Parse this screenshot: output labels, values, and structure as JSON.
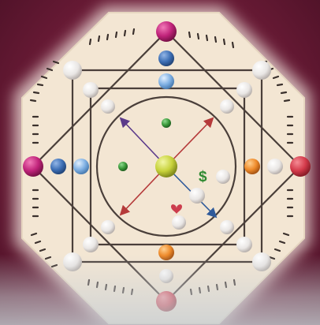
{
  "game": {
    "board_shape": "octagon",
    "colors": {
      "board_fill": "#f3e6d3",
      "board_glow": "#f7efe6",
      "line": "#4a3f3a",
      "tick": "#3a302c",
      "magenta": "#c0237a",
      "red": "#d33a4a",
      "blue_dark": "#3d6fb5",
      "blue_light": "#7fb0e3",
      "orange": "#ee8a2a",
      "green": "#3a9a3a",
      "yellow_green": "#c7d23a",
      "white": "#f2f2f2",
      "heart": "#cc3d4d",
      "dollar": "#2f8a32",
      "arrow_purple": "#5b3a8a",
      "arrow_red": "#b53a3a",
      "arrow_blue": "#2f5a9a"
    },
    "pieces": [
      {
        "name": "magenta-top",
        "color": "magenta",
        "icon": "sphere"
      },
      {
        "name": "magenta-left",
        "color": "magenta",
        "icon": "sphere"
      },
      {
        "name": "red-right",
        "color": "red",
        "icon": "sphere"
      },
      {
        "name": "red-bottom",
        "color": "red",
        "icon": "sphere"
      },
      {
        "name": "blue-dark-top",
        "color": "blue_dark",
        "icon": "sphere"
      },
      {
        "name": "blue-light-top",
        "color": "blue_light",
        "icon": "sphere"
      },
      {
        "name": "blue-dark-left",
        "color": "blue_dark",
        "icon": "sphere"
      },
      {
        "name": "blue-light-left",
        "color": "blue_light",
        "icon": "sphere"
      },
      {
        "name": "orange-right",
        "color": "orange",
        "icon": "sphere"
      },
      {
        "name": "orange-bottom",
        "color": "orange",
        "icon": "sphere"
      },
      {
        "name": "center-piece",
        "color": "yellow_green",
        "icon": "sphere"
      }
    ],
    "markers": [
      {
        "name": "dollar-icon",
        "symbol": "$",
        "color": "dollar"
      },
      {
        "name": "heart-icon",
        "symbol": "heart",
        "color": "heart"
      },
      {
        "name": "green-dot-top",
        "color": "green"
      },
      {
        "name": "green-dot-left",
        "color": "green"
      }
    ],
    "arrows": [
      {
        "name": "arrow-up-left",
        "color": "arrow_purple"
      },
      {
        "name": "arrow-up-right",
        "color": "arrow_red"
      },
      {
        "name": "arrow-down-left",
        "color": "arrow_red"
      },
      {
        "name": "arrow-down-right",
        "color": "arrow_blue"
      }
    ]
  }
}
